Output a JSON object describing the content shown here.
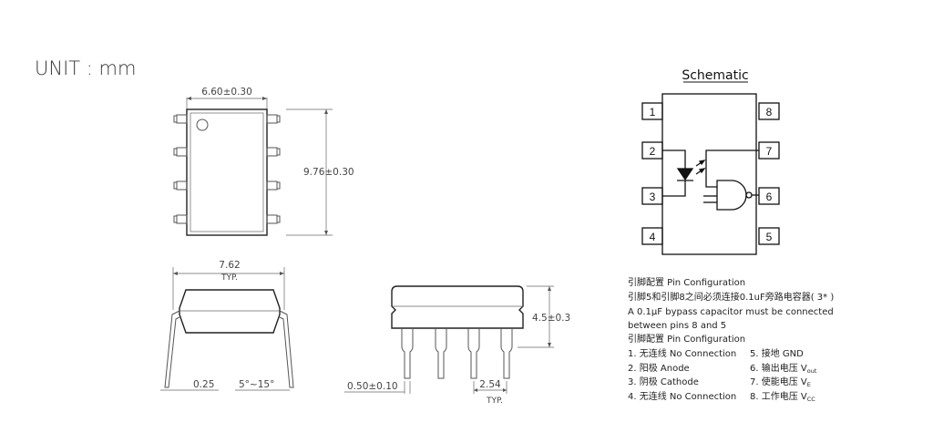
{
  "unit_label": "UNIT : mm",
  "top_view": {
    "width_dim": "6.60±0.30",
    "height_dim": "9.76±0.30"
  },
  "side_view": {
    "width_dim": "7.62",
    "width_note": "TYP.",
    "lead_dim": "0.25",
    "angle_dim": "5°~15°"
  },
  "front_view": {
    "height_dim": "4.5±0.3",
    "lead_width_dim": "0.50±0.10",
    "pitch_dim": "2.54",
    "pitch_note": "TYP."
  },
  "schematic": {
    "title": "Schematic",
    "pins_left": [
      "1",
      "2",
      "3",
      "4"
    ],
    "pins_right": [
      "8",
      "7",
      "6",
      "5"
    ]
  },
  "notes": {
    "pin_config_heading": "引脚配置 Pin Configuration",
    "bypass_cn": "引脚5和引脚8之间必须连接0.1uF旁路电容器( 3* )",
    "bypass_en_1": "A 0.1μF bypass capacitor must be connected",
    "bypass_en_2": "between pins 8 and 5",
    "pin_config_heading_2": "引脚配置 Pin Configuration",
    "pins": [
      {
        "text": "1. 无连线 No Connection"
      },
      {
        "text": "2. 阳极 Anode"
      },
      {
        "text": "3. 阴极 Cathode"
      },
      {
        "text": "4. 无连线 No Connection"
      },
      {
        "text": "5. 接地 GND"
      },
      {
        "text": "6. 输出电压 V",
        "sub": "out"
      },
      {
        "text": "7. 使能电压 V",
        "sub": "E"
      },
      {
        "text": "8. 工作电压 V",
        "sub": "CC"
      }
    ]
  }
}
